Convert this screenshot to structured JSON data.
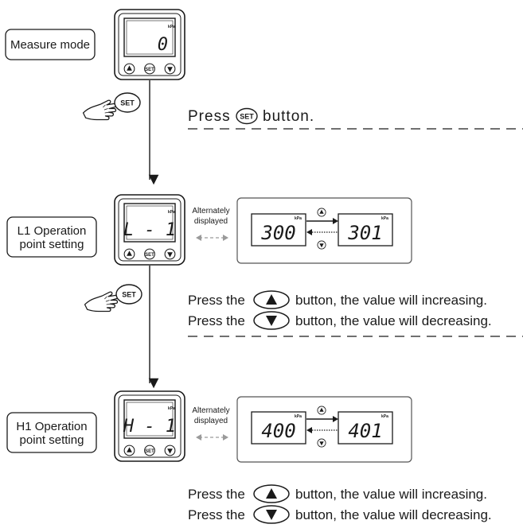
{
  "steps": [
    {
      "label_lines": [
        "Measure mode"
      ],
      "unit": "kPa",
      "display": "0"
    },
    {
      "label_lines": [
        "L1 Operation",
        "point setting"
      ],
      "unit": "kPa",
      "display": "L - 1",
      "alt_lines": [
        "Alternately",
        "displayed"
      ],
      "value_from": "300",
      "value_to": "301"
    },
    {
      "label_lines": [
        "H1 Operation",
        "point setting"
      ],
      "unit": "kPa",
      "display": "H - 1",
      "alt_lines": [
        "Alternately",
        "displayed"
      ],
      "value_from": "400",
      "value_to": "401"
    }
  ],
  "set_label": "SET",
  "instructions": {
    "press_set_before": "Press",
    "press_set_after": "button.",
    "up_before": "Press the",
    "up_after": "button, the value will increasing.",
    "down_before": "Press the",
    "down_after": "button, the value will decreasing."
  },
  "colors": {
    "line": "#1a1a1a",
    "dashed_gray": "#9a9a9a",
    "frame": "#555555"
  }
}
